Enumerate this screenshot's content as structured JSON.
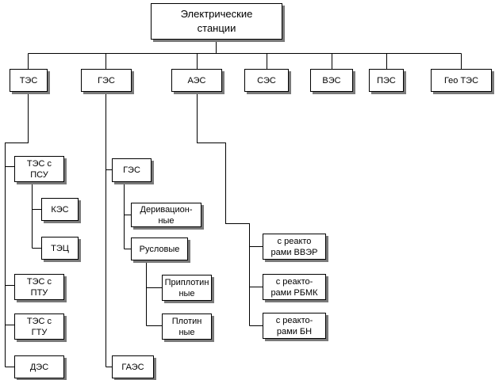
{
  "diagram": {
    "root": "Электрические\nстанции",
    "categories": {
      "tes": "ТЭС",
      "ges": "ГЭС",
      "aes": "АЭС",
      "ses": "СЭС",
      "ves": "ВЭС",
      "pes": "ПЭС",
      "geotes": "Гео ТЭС"
    },
    "tes_children": {
      "psu": "ТЭС с\nПСУ",
      "kes": "КЭС",
      "tec": "ТЭЦ",
      "ptu": "ТЭС с\nПТУ",
      "gtu": "ТЭС с\nГТУ",
      "des": "ДЭС"
    },
    "ges_children": {
      "ges": "ГЭС",
      "derivation": "Деривацион-\nные",
      "ruslovye": "Русловые",
      "priplotinnye": "Приплотин\nные",
      "plotinnye": "Плотин\nные",
      "gaes": "ГАЭС"
    },
    "aes_children": {
      "vver": "с реакто\nрами ВВЭР",
      "rbmk": "с реакто-\nрами РБМК",
      "bn": "с реакто-\nрами БН"
    }
  },
  "colors": {
    "line": "#000000",
    "shadow": "#7a7a7a",
    "background": "#ffffff"
  }
}
